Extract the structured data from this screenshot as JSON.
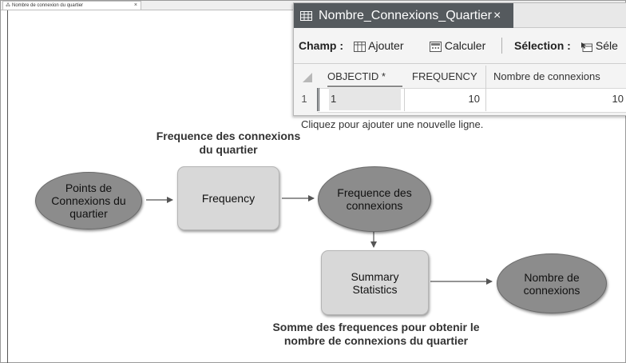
{
  "model_tab": {
    "title": "Nombre de connexion du quartier",
    "close": "×"
  },
  "table_window": {
    "tab_title": "Nombre_Connexions_Quartier",
    "close": "×",
    "toolbar": {
      "champ_label": "Champ :",
      "add": "Ajouter",
      "calculate": "Calculer",
      "selection_label": "Sélection :",
      "select_partial": "Séle"
    },
    "columns": [
      "OBJECTID *",
      "FREQUENCY",
      "Nombre de connexions"
    ],
    "rows": [
      {
        "row_num": "1",
        "objectid": "1",
        "frequency": "10",
        "nombre": "10"
      }
    ],
    "add_row_hint": "Cliquez pour ajouter une nouvelle ligne."
  },
  "diagram": {
    "label_frequency_output": "Frequence des connexions du quartier",
    "input_points": "Points de Connexions du quartier",
    "tool_frequency": "Frequency",
    "output_frequence": "Frequence des connexions",
    "tool_summary": "Summary Statistics",
    "output_nombre": "Nombre de connexions",
    "label_sum": "Somme des frequences pour obtenir le nombre de connexions du quartier"
  }
}
